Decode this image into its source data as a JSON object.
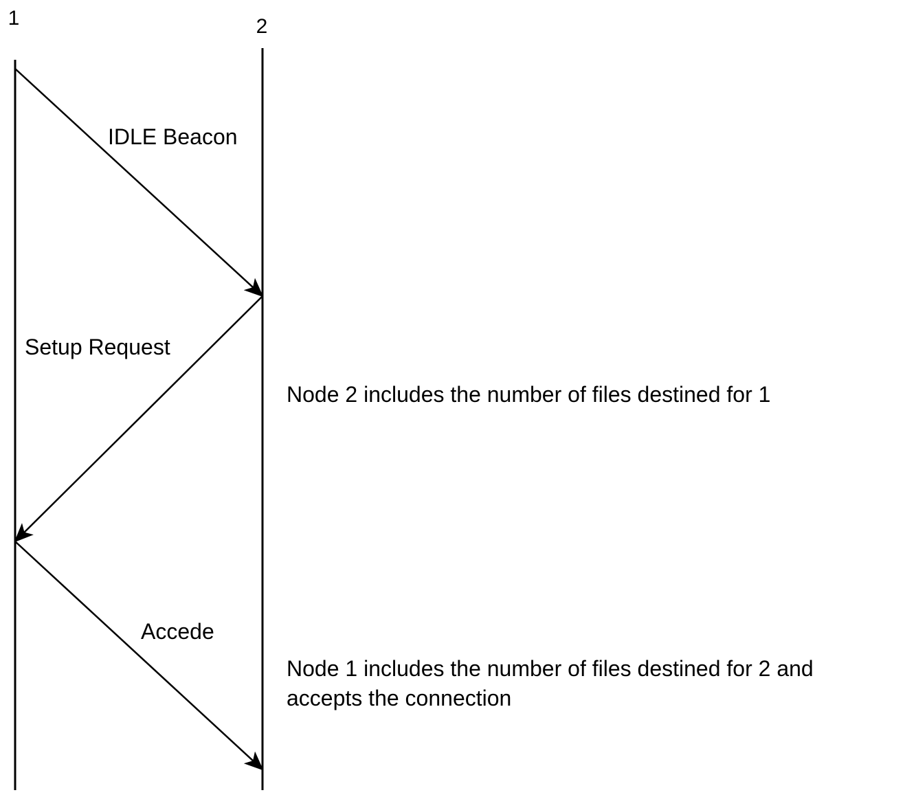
{
  "diagram": {
    "type": "sequence",
    "colors": {
      "line": "#000000",
      "text": "#000000",
      "background": "#ffffff"
    },
    "nodes": [
      {
        "id": "node-1",
        "label": "1"
      },
      {
        "id": "node-2",
        "label": "2"
      }
    ],
    "messages": [
      {
        "from": "node-1",
        "to": "node-2",
        "label": "IDLE Beacon"
      },
      {
        "from": "node-2",
        "to": "node-1",
        "label": "Setup Request"
      },
      {
        "from": "node-1",
        "to": "node-2",
        "label": "Accede"
      }
    ],
    "notes": [
      {
        "lines": [
          "Node 2 includes the number of files destined for 1"
        ]
      },
      {
        "lines": [
          "Node 1 includes the number of files destined for 2 and",
          "accepts the connection"
        ]
      }
    ]
  }
}
